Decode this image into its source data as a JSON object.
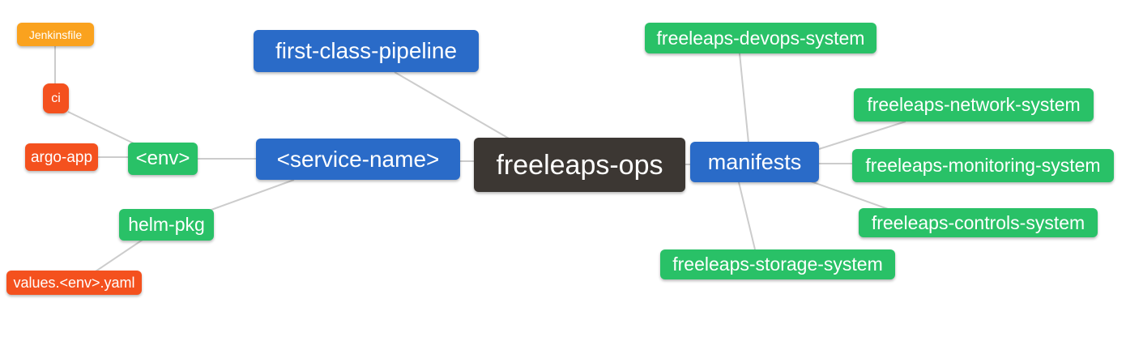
{
  "diagram": {
    "type": "mindmap",
    "root_label": "freeleaps-ops",
    "colors": {
      "root": "#3C3733",
      "branch": "#2A6BC8",
      "leaf": "#29C167",
      "accent": "#F4511E",
      "file": "#FAA21E",
      "edge": "#CCCCCC",
      "text": "#FFFFFF",
      "background": "#FFFFFF"
    },
    "nodes": [
      {
        "id": "jenkinsfile",
        "label": "Jenkinsfile",
        "kind": "file"
      },
      {
        "id": "ci",
        "label": "ci",
        "kind": "accent"
      },
      {
        "id": "argo-app",
        "label": "argo-app",
        "kind": "accent"
      },
      {
        "id": "env",
        "label": "<env>",
        "kind": "leaf"
      },
      {
        "id": "helm-pkg",
        "label": "helm-pkg",
        "kind": "leaf"
      },
      {
        "id": "values-env-yaml",
        "label": "values.<env>.yaml",
        "kind": "accent"
      },
      {
        "id": "first-class-pipeline",
        "label": "first-class-pipeline",
        "kind": "branch"
      },
      {
        "id": "service-name",
        "label": "<service-name>",
        "kind": "branch"
      },
      {
        "id": "freeleaps-ops",
        "label": "freeleaps-ops",
        "kind": "root"
      },
      {
        "id": "manifests",
        "label": "manifests",
        "kind": "branch"
      },
      {
        "id": "freeleaps-devops-system",
        "label": "freeleaps-devops-system",
        "kind": "leaf"
      },
      {
        "id": "freeleaps-network-system",
        "label": "freeleaps-network-system",
        "kind": "leaf"
      },
      {
        "id": "freeleaps-monitoring-system",
        "label": "freeleaps-monitoring-system",
        "kind": "leaf"
      },
      {
        "id": "freeleaps-controls-system",
        "label": "freeleaps-controls-system",
        "kind": "leaf"
      },
      {
        "id": "freeleaps-storage-system",
        "label": "freeleaps-storage-system",
        "kind": "leaf"
      }
    ],
    "edges": [
      {
        "from": "jenkinsfile",
        "to": "ci"
      },
      {
        "from": "ci",
        "to": "env"
      },
      {
        "from": "argo-app",
        "to": "env"
      },
      {
        "from": "env",
        "to": "service-name"
      },
      {
        "from": "service-name",
        "to": "freeleaps-ops"
      },
      {
        "from": "service-name",
        "to": "helm-pkg"
      },
      {
        "from": "helm-pkg",
        "to": "values-env-yaml"
      },
      {
        "from": "first-class-pipeline",
        "to": "freeleaps-ops"
      },
      {
        "from": "freeleaps-ops",
        "to": "manifests"
      },
      {
        "from": "manifests",
        "to": "freeleaps-devops-system"
      },
      {
        "from": "manifests",
        "to": "freeleaps-network-system"
      },
      {
        "from": "manifests",
        "to": "freeleaps-monitoring-system"
      },
      {
        "from": "manifests",
        "to": "freeleaps-controls-system"
      },
      {
        "from": "manifests",
        "to": "freeleaps-storage-system"
      }
    ]
  }
}
